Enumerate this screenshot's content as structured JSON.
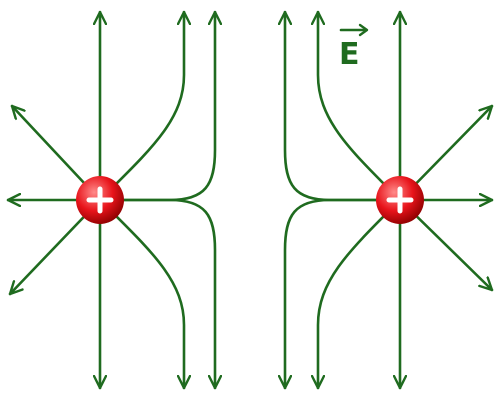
{
  "diagram": {
    "field_label": "E",
    "charge_symbol": "+",
    "colors": {
      "field_line": "#1f6b1f",
      "charge_light": "#ff8a8a",
      "charge_mid": "#e8141b",
      "charge_dark": "#8e0000",
      "plus": "#ffffff",
      "background": "#ffffff"
    },
    "charges": [
      {
        "name": "left-positive-charge",
        "sign": "+"
      },
      {
        "name": "right-positive-charge",
        "sign": "+"
      }
    ]
  }
}
